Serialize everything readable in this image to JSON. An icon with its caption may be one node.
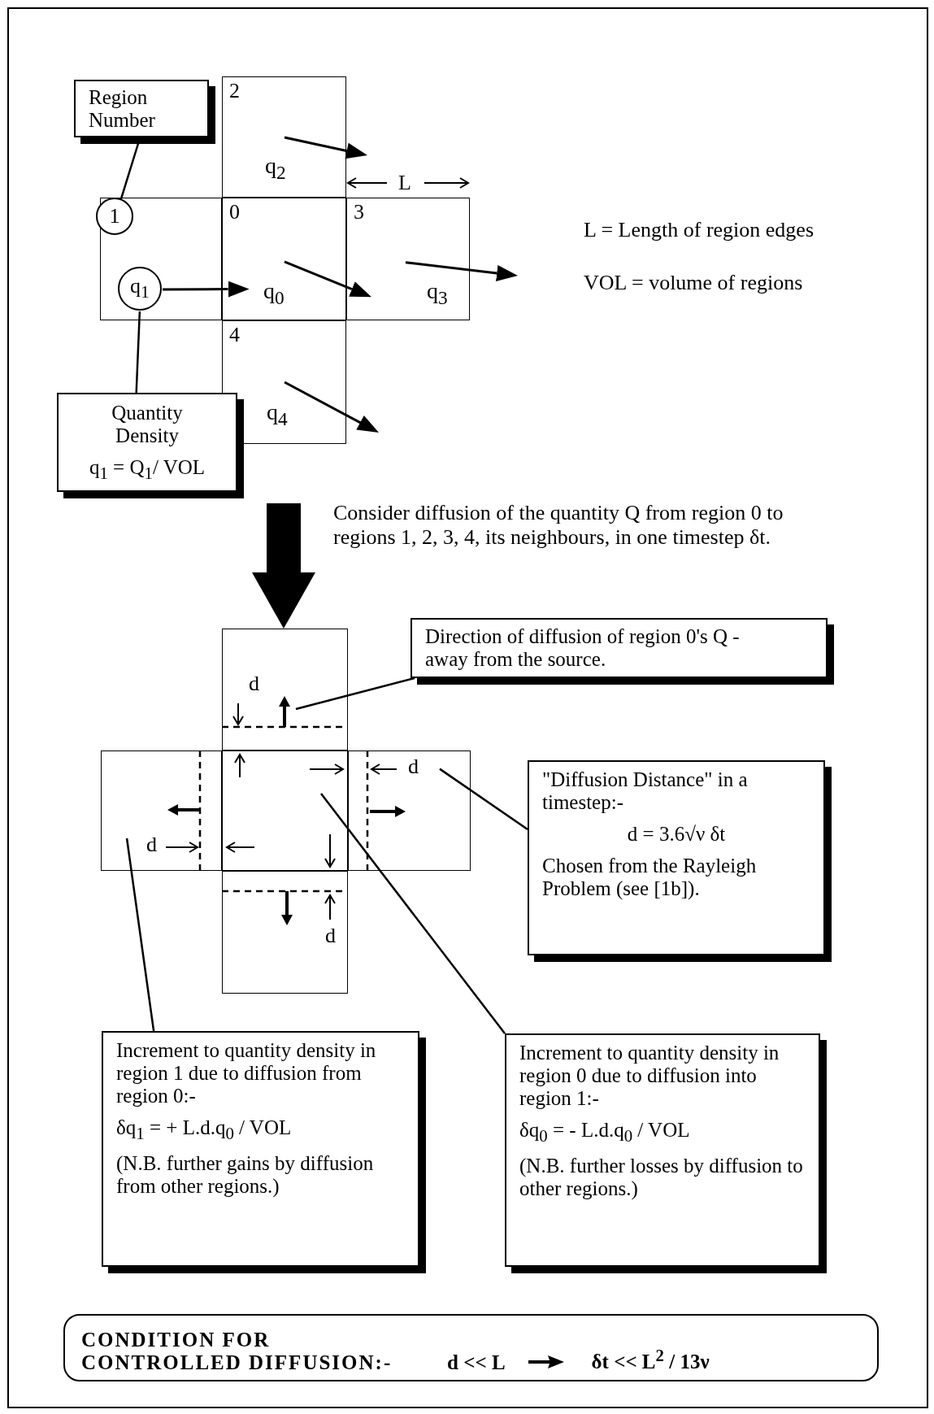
{
  "diagram": {
    "nodes": [
      {
        "text": [
          "Region Number"
        ]
      },
      {
        "text": [
          "2",
          "q$_{2}$"
        ]
      },
      {
        "text": [],
        "shape": "box"
      },
      {
        "text": [
          "1"
        ],
        "in": 2
      },
      {
        "text": [
          "q$_{1}$"
        ],
        "in": 2
      },
      {
        "text": [
          "0",
          "q$_{0}$"
        ]
      },
      {
        "text": [
          "3",
          "q$_{3}$"
        ]
      },
      {
        "text": [
          "4",
          "q$_{4}$"
        ]
      },
      {
        "text": [
          "Quantity Density",
          "q$_{1}$ = Q$_{1}$/ VOL"
        ]
      },
      {
        "text": [
          "Direction of diffusion of region 0's Q - away from the source."
        ]
      },
      {
        "text": [],
        "shape": "box"
      },
      {
        "text": [],
        "shape": "box"
      },
      {
        "text": [],
        "shape": "box"
      },
      {
        "text": [],
        "shape": "box"
      },
      {
        "text": [],
        "shape": "box"
      },
      {
        "text": [
          "\"Diffusion Distance\" in a timestep:-",
          "d = 3.6√ν δt",
          "Chosen from the Rayleigh Problem (see [1b])."
        ]
      },
      {
        "text": [
          "Increment to quantity density in region 1 due to diffusion from region 0:-",
          "δq$_{1}$ = + L.d.q$_{0}$ / VOL",
          "(N.B. further gains by diffusion from other regions.)"
        ]
      },
      {
        "text": [
          "Increment to quantity density in region 0 due to diffusion into region 1:-",
          "δq$_{0}$ = - L.d.q$_{0}$ / VOL",
          "(N.B. further losses by diffusion to other regions.)"
        ]
      },
      {
        "text": [
          "CONDITION FOR CONTROLLED DIFFUSION:-",
          "d << L",
          "δt << L$^{2}$ / 13ν"
        ]
      }
    ],
    "edges": [
      {
        "from": 0,
        "to": 3,
        "arrow": "none"
      },
      {
        "from": 8,
        "to": 4,
        "arrow": "none"
      },
      {
        "from": null,
        "to": 10,
        "arrow": "to",
        "style": "thick"
      },
      {
        "from": 9,
        "to": 10,
        "arrow": "none"
      },
      {
        "from": 15,
        "to": 13,
        "arrow": "none"
      },
      {
        "from": 16,
        "to": 11,
        "arrow": "none"
      },
      {
        "from": 17,
        "to": 12,
        "arrow": "none"
      },
      {
        "from": 4,
        "to": 5,
        "arrow": "to"
      },
      {
        "from": 5,
        "to": 6,
        "arrow": "to"
      },
      {
        "from": 6,
        "to": null,
        "arrow": "to"
      }
    ],
    "labels": [
      "L",
      "L = Length of region edges",
      "VOL = volume of regions",
      "Consider diffusion of the quantity Q from region 0 to regions 1, 2, 3, 4, its neighbours, in one timestep δt.",
      "d",
      "d",
      "d",
      "d"
    ]
  }
}
